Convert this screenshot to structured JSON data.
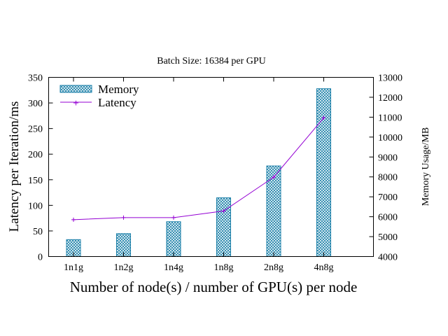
{
  "chart_data": {
    "type": "bar+line",
    "title": "Batch Size: 16384 per GPU",
    "xlabel": "Number of node(s) / number of GPU(s) per node",
    "ylabel_left": "Latency per Iteration/ms",
    "ylabel_right": "Memory Usage/MB",
    "categories": [
      "1n1g",
      "1n2g",
      "1n4g",
      "1n8g",
      "2n8g",
      "4n8g"
    ],
    "ylim_left": [
      0,
      350
    ],
    "yticks_left": [
      0,
      50,
      100,
      150,
      200,
      250,
      300,
      350
    ],
    "ylim_right": [
      4000,
      13000
    ],
    "yticks_right": [
      4000,
      5000,
      6000,
      7000,
      8000,
      9000,
      10000,
      11000,
      12000,
      13000
    ],
    "legend_position": "top-left",
    "grid": false,
    "series": [
      {
        "name": "Memory",
        "kind": "bar",
        "axis": "right",
        "color": "#1a7fa8",
        "values": [
          4850,
          5150,
          5750,
          6950,
          8550,
          12430
        ]
      },
      {
        "name": "Latency",
        "kind": "line",
        "axis": "left",
        "color": "#9400d3",
        "values": [
          72,
          76,
          76,
          89,
          155,
          271
        ]
      }
    ]
  }
}
